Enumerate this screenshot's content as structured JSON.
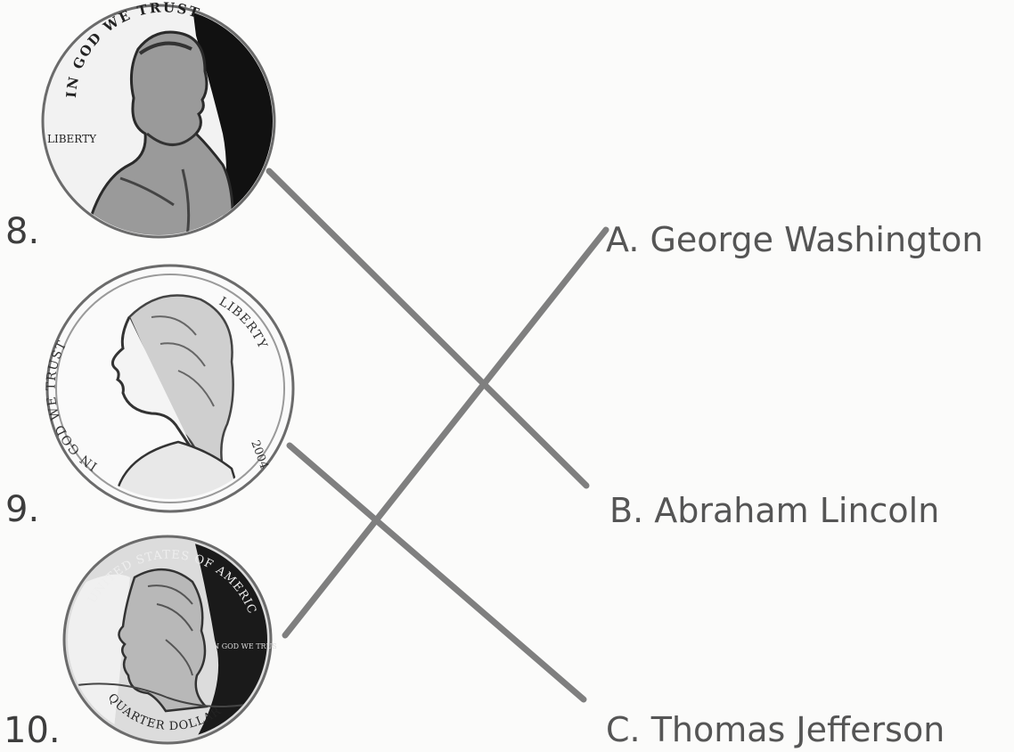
{
  "items": [
    {
      "number": "8.",
      "coin": "penny",
      "coin_texts": [
        "IN GOD WE TRUST",
        "LIBERTY"
      ]
    },
    {
      "number": "9.",
      "coin": "nickel",
      "coin_texts": [
        "IN GOD WE TRUST",
        "LIBERTY",
        "2004"
      ]
    },
    {
      "number": "10.",
      "coin": "quarter",
      "coin_texts": [
        "UNITED STATES OF AMERICA",
        "QUARTER DOLLAR",
        "IN GOD WE TRUST"
      ]
    }
  ],
  "answers": [
    {
      "label": "A. George Washington"
    },
    {
      "label": "B. Abraham Lincoln"
    },
    {
      "label": "C. Thomas Jefferson"
    }
  ],
  "matches": [
    {
      "from": "8.",
      "to": "B. Abraham Lincoln"
    },
    {
      "from": "9.",
      "to": "C. Thomas Jefferson"
    },
    {
      "from": "10.",
      "to": "A. George Washington"
    }
  ],
  "colors": {
    "line": "#7f7f7f",
    "text": "#4a4a4a",
    "background": "#fbfbfa"
  }
}
